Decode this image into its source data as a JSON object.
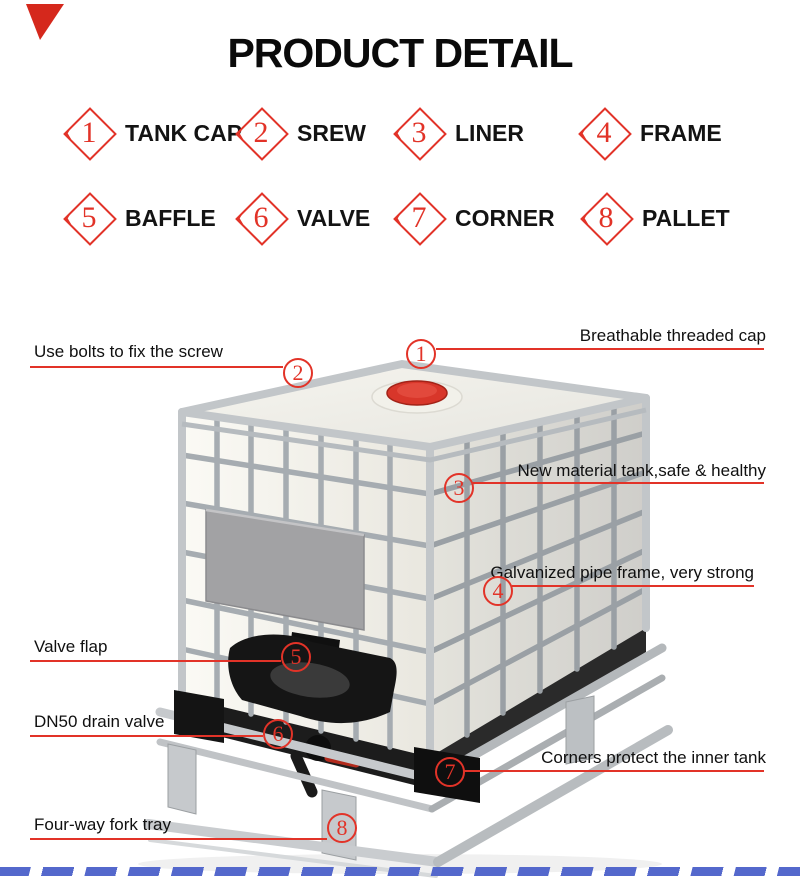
{
  "title": "PRODUCT DETAIL",
  "legend": {
    "items": [
      {
        "num": "1",
        "label": "TANK CAP"
      },
      {
        "num": "2",
        "label": "SREW"
      },
      {
        "num": "3",
        "label": "LINER"
      },
      {
        "num": "4",
        "label": "FRAME"
      },
      {
        "num": "5",
        "label": "BAFFLE"
      },
      {
        "num": "6",
        "label": "VALVE"
      },
      {
        "num": "7",
        "label": "CORNER"
      },
      {
        "num": "8",
        "label": "PALLET"
      }
    ]
  },
  "callouts": [
    {
      "num": "1",
      "label": "Breathable threaded cap"
    },
    {
      "num": "2",
      "label": "Use bolts to fix the screw"
    },
    {
      "num": "3",
      "label": "New material tank,safe & healthy"
    },
    {
      "num": "4",
      "label": "Galvanized pipe frame, very strong"
    },
    {
      "num": "5",
      "label": "Valve flap"
    },
    {
      "num": "6",
      "label": "DN50 drain valve"
    },
    {
      "num": "7",
      "label": "Corners protect the inner tank"
    },
    {
      "num": "8",
      "label": "Four-way fork tray"
    }
  ],
  "colors": {
    "accent_red": "#e23328",
    "dash_blue": "#5468cc",
    "cap_red": "#d8362a"
  }
}
